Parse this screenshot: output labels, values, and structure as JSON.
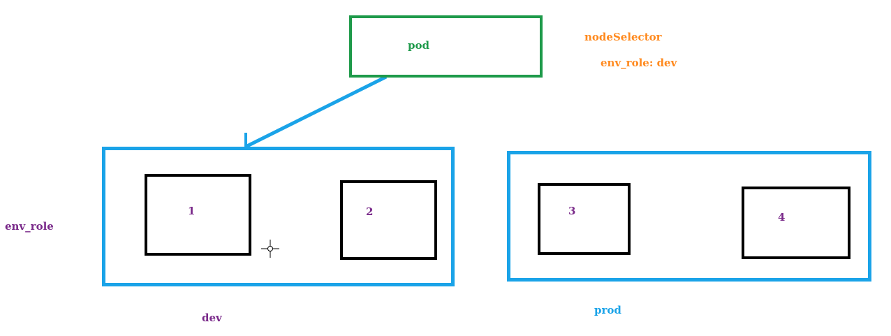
{
  "pod": {
    "label": "pod",
    "color": "#1e9a4a"
  },
  "node_selector": {
    "key": "nodeSelector",
    "value": "env_role: dev",
    "color": "#ff8a1f"
  },
  "label_key": {
    "text": "env_role",
    "color": "#7a2a8a"
  },
  "groups": [
    {
      "label": "dev",
      "label_color": "#7a2a8a",
      "border_color": "#1aa3e8",
      "nodes": [
        "1",
        "2"
      ]
    },
    {
      "label": "prod",
      "label_color": "#1aa3e8",
      "border_color": "#1aa3e8",
      "nodes": [
        "3",
        "4"
      ]
    }
  ],
  "node_label_color": "#7a2a8a",
  "arrow": {
    "from": "pod",
    "to": "dev",
    "color": "#1aa3e8"
  },
  "cursor": {
    "icon": "crosshair-cursor-icon"
  }
}
